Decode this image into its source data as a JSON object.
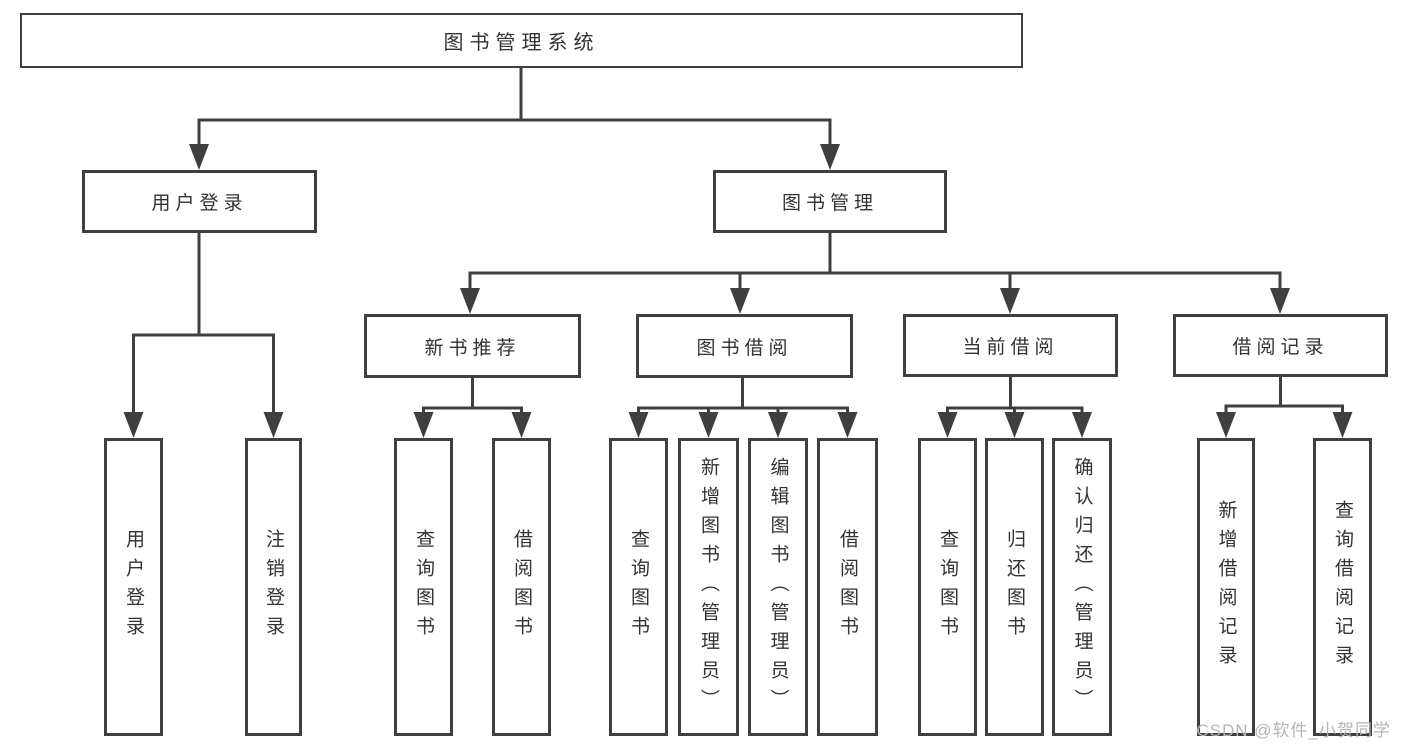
{
  "diagram": {
    "type": "org-tree",
    "colors": {
      "line": "#3f3f3f",
      "box_border": "#3f3f3f",
      "box_background": "#ffffff",
      "text": "#333333",
      "watermark": "#b5b5b5",
      "page_background": "#ffffff"
    },
    "tree": {
      "label": "图书管理系统",
      "children": [
        {
          "label": "用户登录",
          "children": [
            {
              "label": "用户登录"
            },
            {
              "label": "注销登录"
            }
          ]
        },
        {
          "label": "图书管理",
          "children": [
            {
              "label": "新书推荐",
              "children": [
                {
                  "label": "查询图书"
                },
                {
                  "label": "借阅图书"
                }
              ]
            },
            {
              "label": "图书借阅",
              "children": [
                {
                  "label": "查询图书"
                },
                {
                  "label": "新增图书（管理员）"
                },
                {
                  "label": "编辑图书（管理员）"
                },
                {
                  "label": "借阅图书"
                }
              ]
            },
            {
              "label": "当前借阅",
              "children": [
                {
                  "label": "查询图书"
                },
                {
                  "label": "归还图书"
                },
                {
                  "label": "确认归还（管理员）"
                }
              ]
            },
            {
              "label": "借阅记录",
              "children": [
                {
                  "label": "新增借阅记录"
                },
                {
                  "label": "查询借阅记录"
                }
              ]
            }
          ]
        }
      ]
    },
    "watermark": {
      "text": "CSDN @软件_小贺同学"
    }
  }
}
